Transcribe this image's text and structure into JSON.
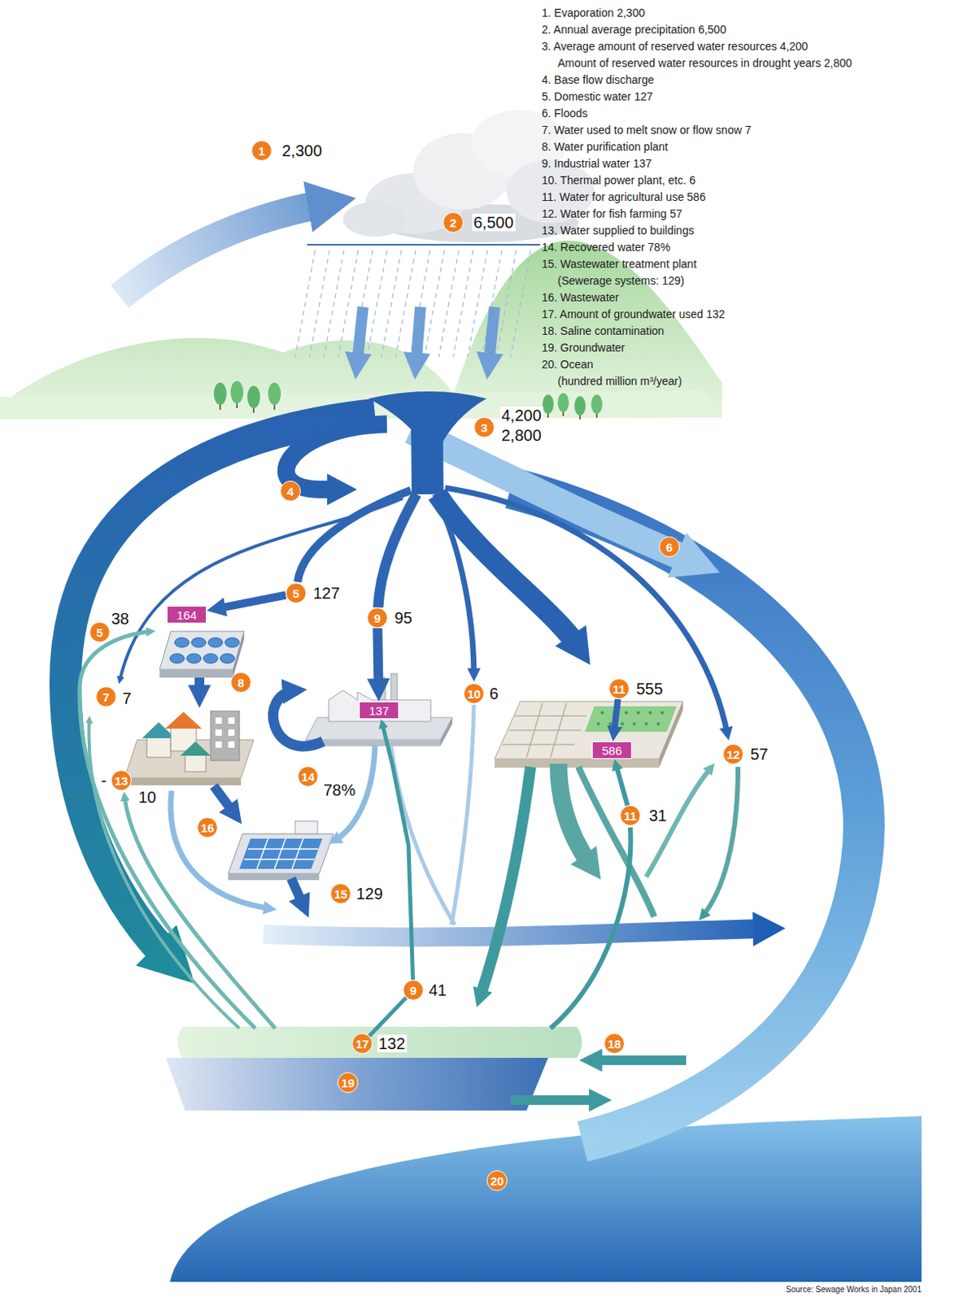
{
  "diagram": {
    "nodes": [
      {
        "text": [
          "1",
          "2,300"
        ]
      },
      {
        "text": [
          "2",
          "6,500"
        ]
      },
      {
        "text": [
          "3",
          "4,200",
          "2,800"
        ]
      },
      {
        "text": [
          "4"
        ]
      },
      {
        "text": [
          "6"
        ]
      },
      {
        "text": [
          "5",
          "127"
        ]
      },
      {
        "text": [
          "164"
        ]
      },
      {
        "text": [
          "5",
          "38"
        ]
      },
      {
        "text": [
          "9",
          "95"
        ]
      },
      {
        "text": [
          "7",
          "7"
        ]
      },
      {
        "text": [
          "8"
        ]
      },
      {
        "text": [
          "10",
          "6"
        ]
      },
      {
        "text": [
          "11",
          "555"
        ]
      },
      {
        "text": [
          "137"
        ]
      },
      {
        "text": [
          "586"
        ]
      },
      {
        "text": [
          "12",
          "57"
        ]
      },
      {
        "text": [
          "14",
          "78%"
        ]
      },
      {
        "text": [
          "-",
          "13",
          "10"
        ]
      },
      {
        "text": [
          "16"
        ]
      },
      {
        "text": [
          "11",
          "31"
        ]
      },
      {
        "text": [
          "15",
          "129"
        ]
      },
      {
        "text": [
          "9",
          "41"
        ]
      },
      {
        "text": [
          "17",
          "132"
        ]
      },
      {
        "text": [
          "18"
        ]
      },
      {
        "text": [
          "19"
        ]
      },
      {
        "text": [
          "20"
        ]
      }
    ],
    "edges": [
      {
        "from": 5,
        "to": 6,
        "arrow": "to"
      },
      {
        "from": 8,
        "to": 13,
        "arrow": "to"
      },
      {
        "from": 12,
        "to": 14,
        "arrow": "to"
      },
      {
        "from": 19,
        "to": 14,
        "arrow": "to"
      },
      {
        "from": 21,
        "to": 13,
        "arrow": "to"
      },
      {
        "from": 22,
        "to": 21,
        "arrow": "none"
      }
    ],
    "labels": [
      "1. Evaporation 2,300",
      "2. Annual average precipitation 6,500",
      "3. Average amount of reserved water resources 4,200",
      "Amount of reserved water resources in drought years 2,800",
      "4. Base flow discharge",
      "5. Domestic water 127",
      "6. Floods",
      "7. Water used to melt snow or flow snow 7",
      "8. Water purification plant",
      "9. Industrial water 137",
      "10. Thermal power plant, etc. 6",
      "11. Water for agricultural use 586",
      "12. Water for fish farming 57",
      "13. Water supplied to buildings",
      "14. Recovered water 78%",
      "15. Wastewater treatment plant",
      "(Sewerage systems: 129)",
      "16. Wastewater",
      "17. Amount of groundwater used 132",
      "18. Saline contamination",
      "19. Groundwater",
      "20. Ocean",
      "(hundred million m³/year)",
      "Source: Sewage Works in Japan 2001"
    ]
  }
}
